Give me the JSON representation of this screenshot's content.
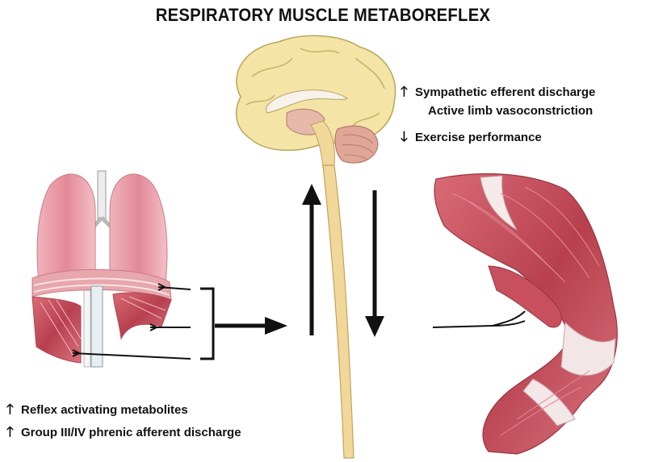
{
  "title": "RESPIRATORY MUSCLE METABOREFLEX",
  "brain_effects": [
    {
      "arrow": "up",
      "text": "Sympathetic efferent discharge"
    },
    {
      "arrow": "none",
      "text": "Active limb vasoconstriction"
    },
    {
      "arrow": "down",
      "text": "Exercise performance"
    }
  ],
  "diaphragm_effects": [
    {
      "arrow": "up",
      "text": "Reflex activating metabolites"
    },
    {
      "arrow": "up",
      "text": "Group III/IV phrenic afferent discharge"
    }
  ],
  "colors": {
    "lung": "#e79aa4",
    "muscle": "#c8505e",
    "brain": "#f4e4a6",
    "spinal_cord": "#f2d79a",
    "nerve_line": "#111111"
  },
  "icons": {
    "up": "up-arrow-icon",
    "down": "down-arrow-icon"
  }
}
